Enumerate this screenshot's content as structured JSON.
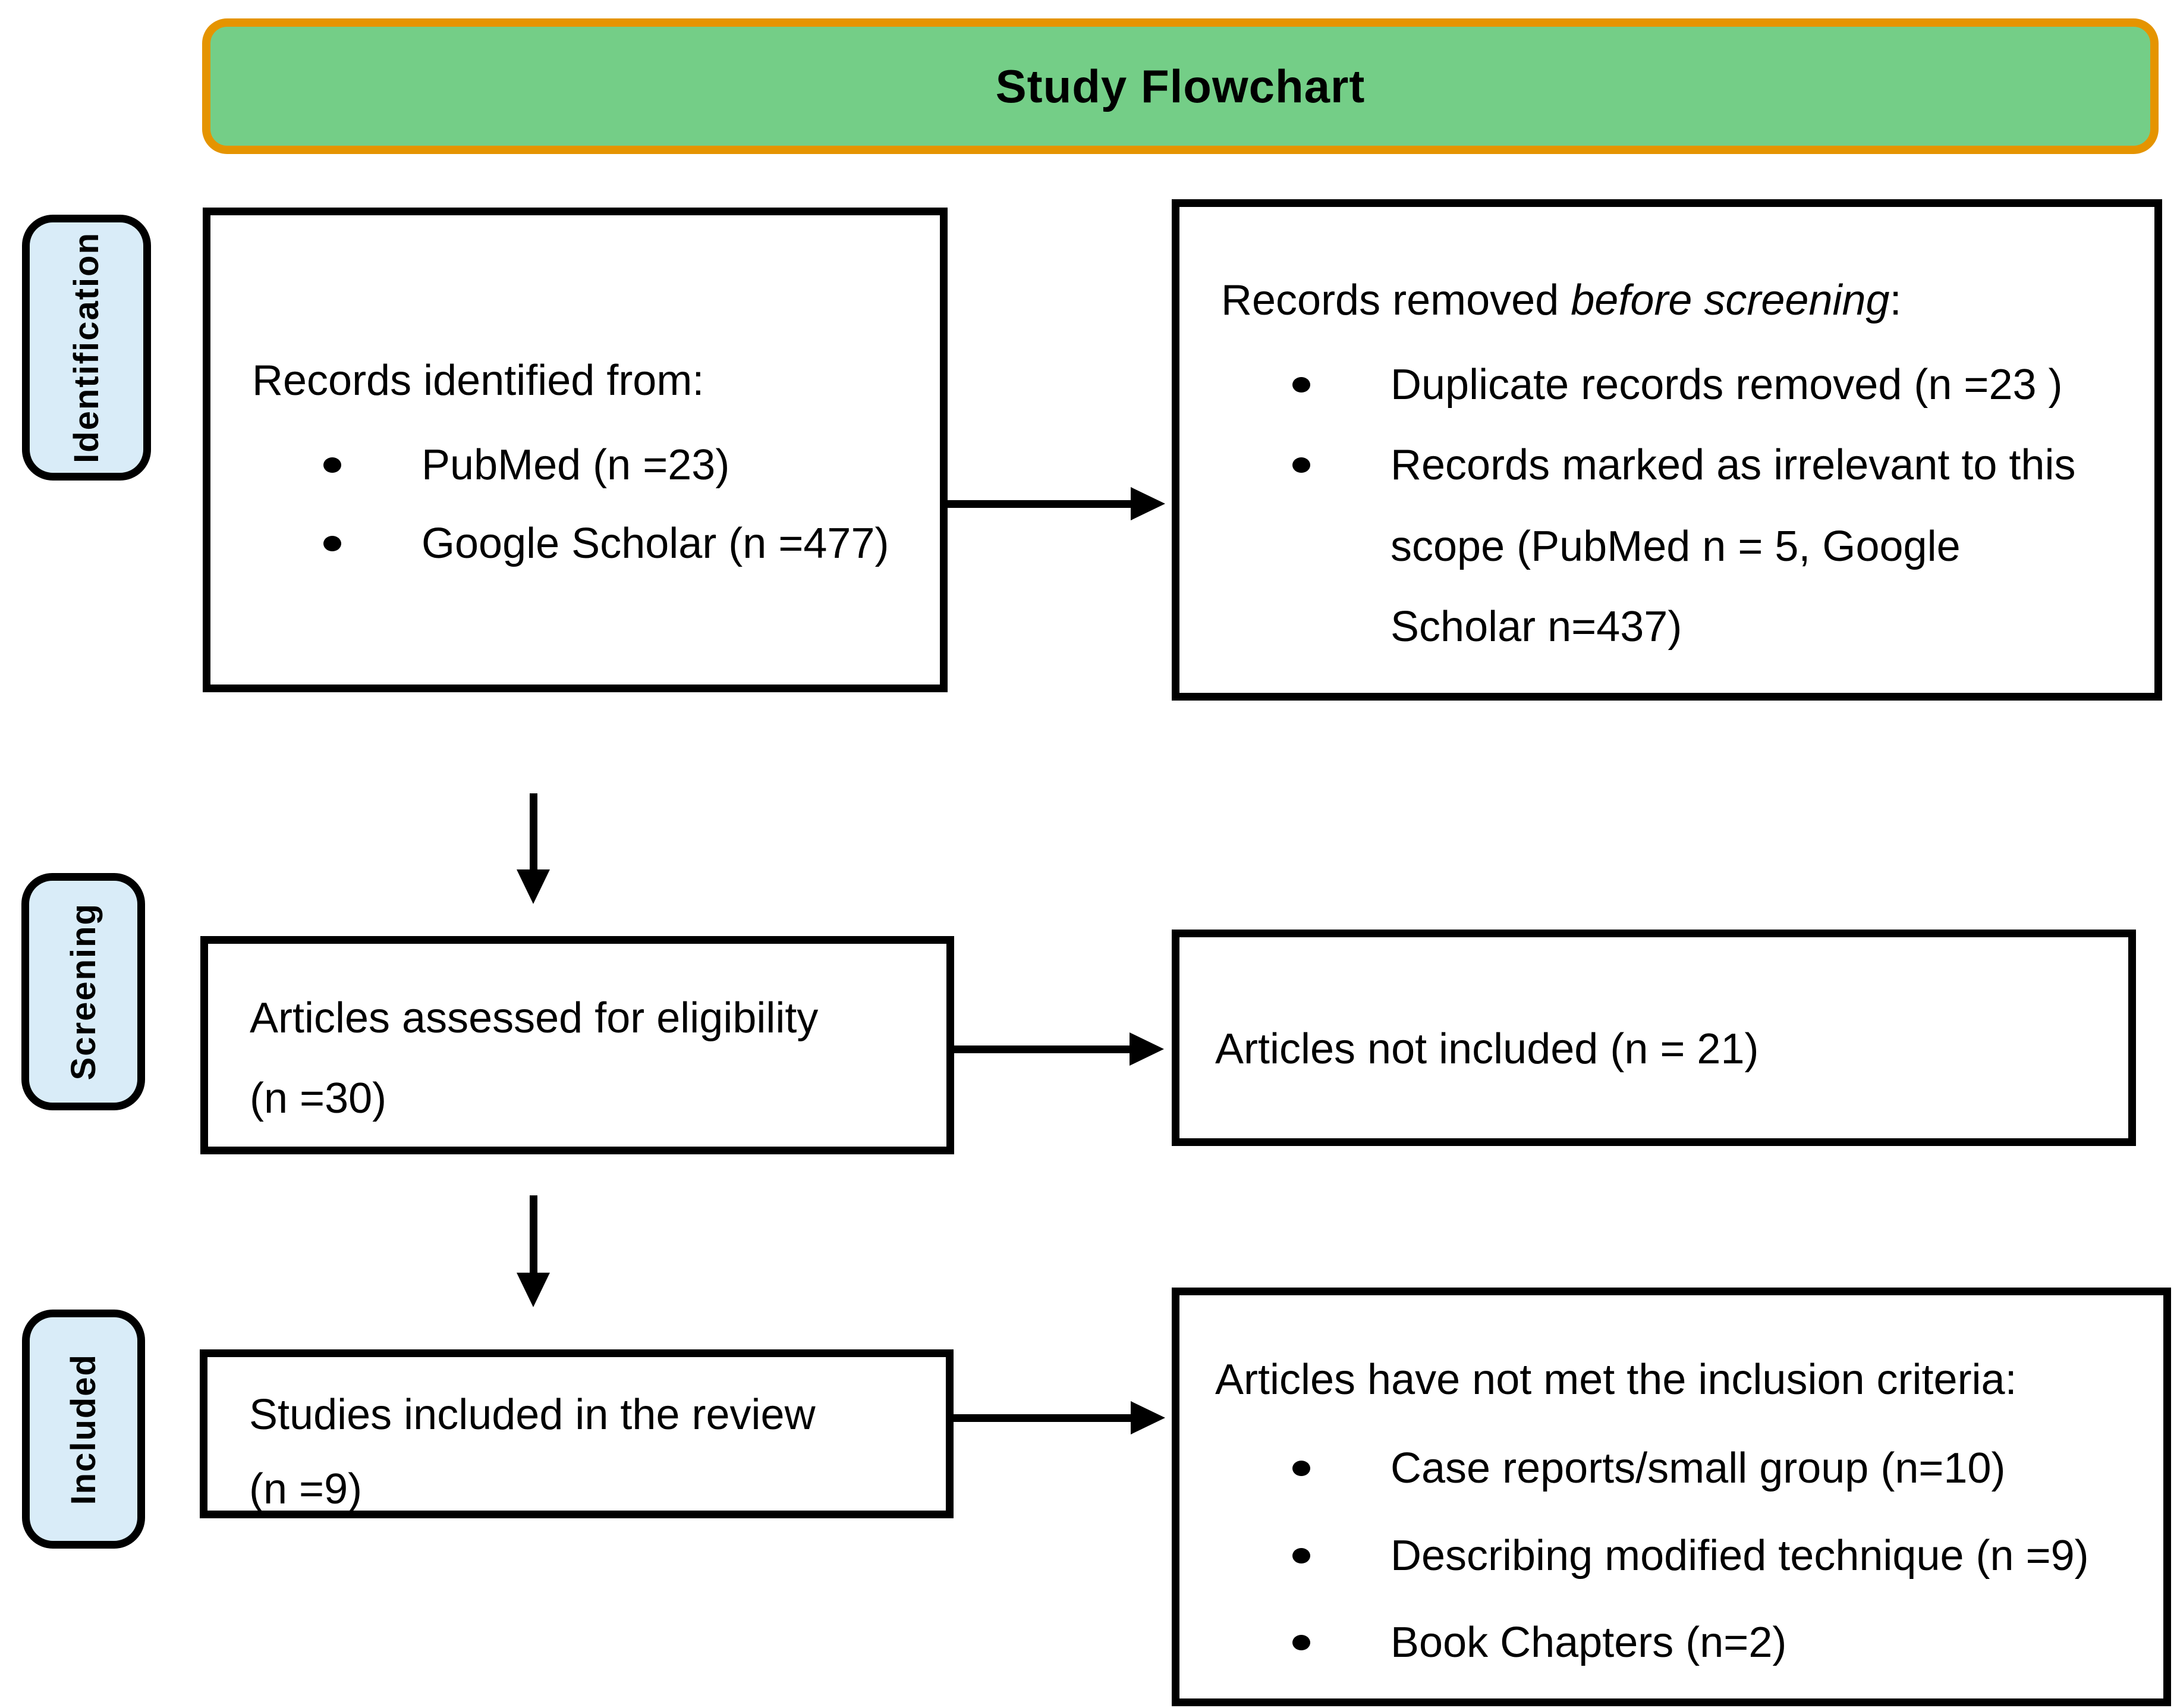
{
  "colors": {
    "banner_fill": "#74ce87",
    "banner_border": "#e59400",
    "stage_fill": "#d9ecf8",
    "box_border": "#000000",
    "text": "#000000"
  },
  "banner": {
    "title": "Study Flowchart"
  },
  "stages": {
    "identification": "Identification",
    "screening": "Screening",
    "included": "Included"
  },
  "boxes": {
    "records_identified": {
      "heading": "Records identified from:",
      "bullets": [
        "PubMed (n =23)",
        "Google Scholar (n =477)"
      ]
    },
    "records_removed": {
      "heading_prefix": "Records removed ",
      "heading_italic": "before screening",
      "heading_suffix": ":",
      "bullet1": "Duplicate records removed (n =23 )",
      "bullet2_line1": "Records marked as irrelevant to this",
      "bullet2_line2": "scope (PubMed n = 5, Google",
      "bullet2_line3": "Scholar n=437)"
    },
    "articles_assessed": {
      "line1": "Articles assessed for eligibility",
      "line2": "(n =30)"
    },
    "articles_not_included": {
      "line1": "Articles not included (n = 21)"
    },
    "studies_included": {
      "line1": "Studies included in the review",
      "line2": "(n =9)"
    },
    "not_met_criteria": {
      "heading": "Articles have not met the inclusion criteria:",
      "bullets": [
        "Case reports/small group (n=10)",
        "Describing modified technique (n =9)",
        "Book Chapters (n=2)"
      ]
    }
  }
}
